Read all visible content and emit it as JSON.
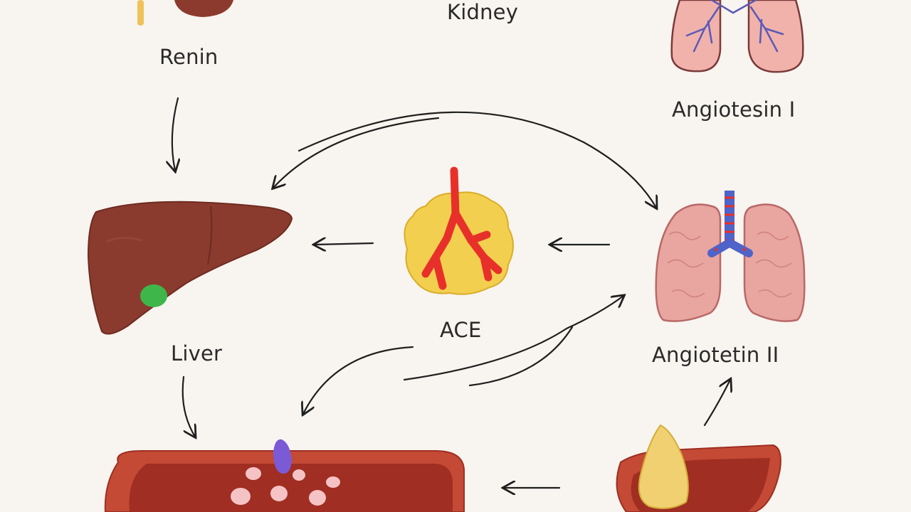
{
  "labels": {
    "kidney": "Kidney",
    "renin": "Renin",
    "angiotensin_1": "Angiotesin I",
    "liver": "Liver",
    "ace": "ACE",
    "angiotensin_2": "Angiotetin II"
  },
  "colors": {
    "background": "#f8f4ef",
    "liver": "#8a3b2e",
    "gallbladder": "#3fb64a",
    "ace_gland": "#f2cf4f",
    "ace_vessels": "#e8302a",
    "lung": "#e9a5a0",
    "bronchi_blue": "#4f63c9",
    "vessel": "#c44a35",
    "vessel_inner": "#a02e22",
    "cell": "#f5c3c6",
    "adrenal": "#f0d070",
    "arrow": "#1f1f1f"
  }
}
